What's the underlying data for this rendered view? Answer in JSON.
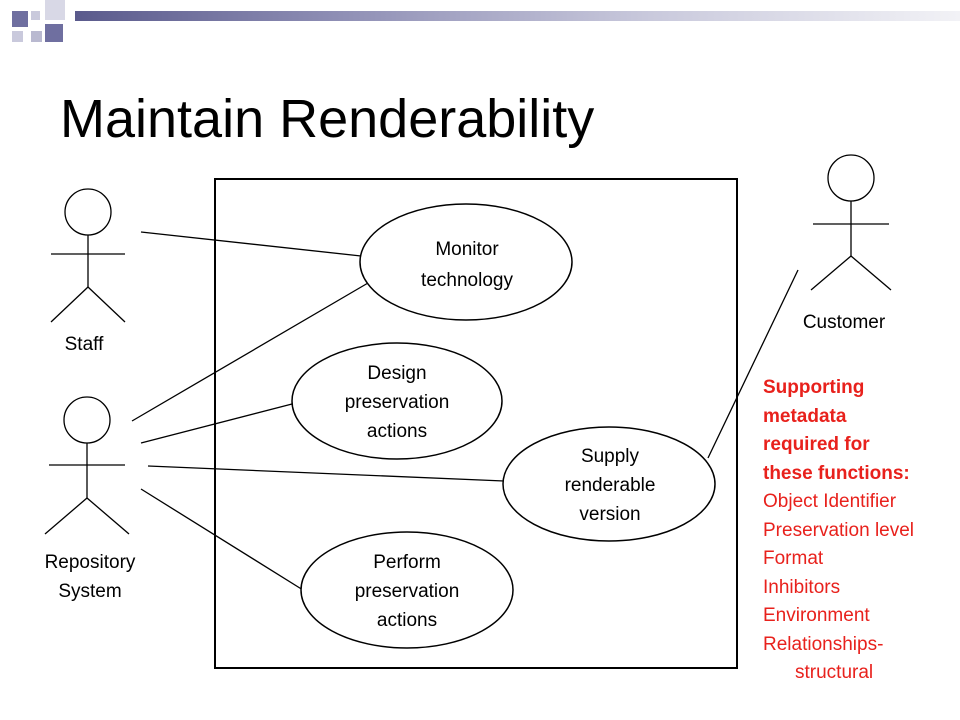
{
  "title": "Maintain Renderability",
  "actors": {
    "staff": "Staff",
    "repository": [
      "Repository",
      "System"
    ],
    "customer": "Customer"
  },
  "use_cases": {
    "monitor": [
      "Monitor",
      "technology"
    ],
    "design": [
      "Design",
      "preservation",
      "actions"
    ],
    "supply": [
      "Supply",
      "renderable",
      "version"
    ],
    "perform": [
      "Perform",
      "preservation",
      "actions"
    ]
  },
  "notes": {
    "heading": [
      "Supporting",
      "metadata",
      "required for",
      "these functions:"
    ],
    "items": [
      "Object Identifier",
      "Preservation level",
      "Format",
      "Inhibitors",
      "Environment",
      "Relationships-",
      "structural"
    ]
  },
  "colors": {
    "note_text": "#e8211c",
    "accent_dark": "#5a5a8c",
    "accent_light": "#c9c9dc"
  }
}
